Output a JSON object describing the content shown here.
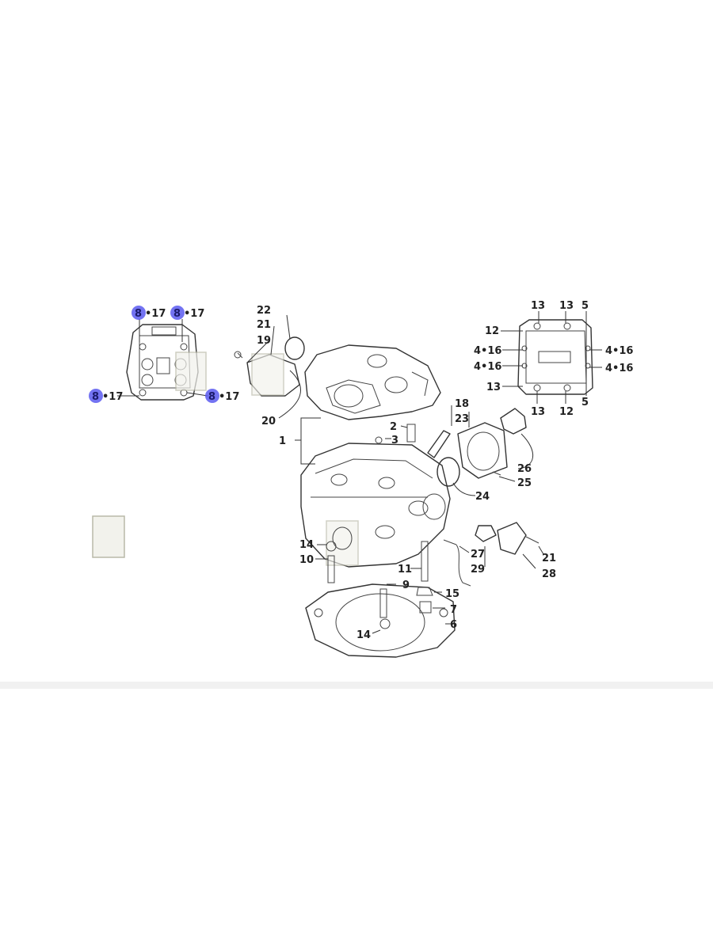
{
  "highlight_color": "#5b5bf0",
  "callouts": {
    "c1": "1",
    "c2": "2",
    "c3": "3",
    "c5a": "5",
    "c5b": "5",
    "c6": "6",
    "c7": "7",
    "c9": "9",
    "c10": "10",
    "c11": "11",
    "c12a": "12",
    "c12b": "12",
    "c13a": "13",
    "c13b": "13",
    "c13c": "13",
    "c13d": "13",
    "c14a": "14",
    "c14b": "14",
    "c15": "15",
    "c18": "18",
    "c19": "19",
    "c20": "20",
    "c21a": "21",
    "c21b": "21",
    "c22": "22",
    "c23": "23",
    "c24": "24",
    "c25": "25",
    "c26": "26",
    "c27": "27",
    "c28": "28",
    "c29": "29",
    "c416a": "4•16",
    "c416b": "4•16",
    "c416c": "4•16",
    "c416d": "4•16"
  },
  "hl_callouts": {
    "h1_num": "8",
    "h1_rest": "•17",
    "h2_num": "8",
    "h2_rest": "•17",
    "h3_num": "8",
    "h3_rest": "•17",
    "h4_num": "8",
    "h4_rest": "•17"
  }
}
